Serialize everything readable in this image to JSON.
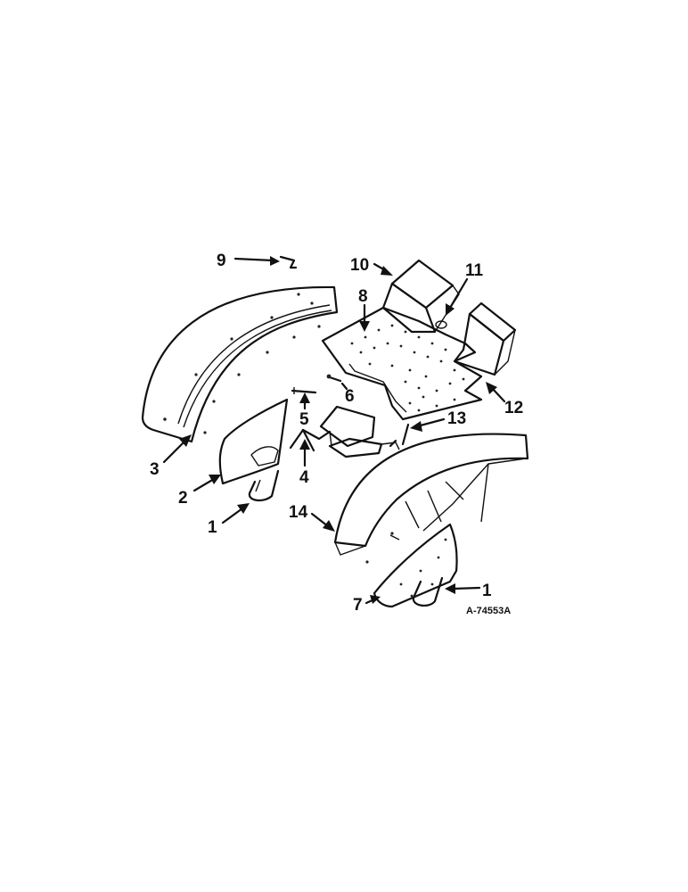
{
  "diagram": {
    "drawing_code": "A-74553A",
    "callouts": {
      "c1a": "1",
      "c1b": "1",
      "c2": "2",
      "c3": "3",
      "c4": "4",
      "c5": "5",
      "c6": "6",
      "c7": "7",
      "c8": "8",
      "c9": "9",
      "c10": "10",
      "c11": "11",
      "c12": "12",
      "c13": "13",
      "c14": "14"
    }
  }
}
